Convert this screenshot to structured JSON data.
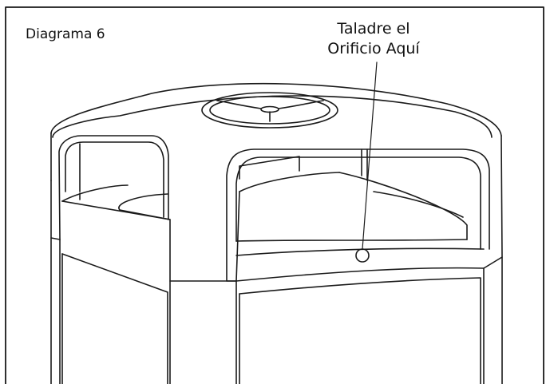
{
  "diagram": {
    "title": "Diagrama 6",
    "callout_line1": "Taladre el",
    "callout_line2": "Orificio Aquí",
    "line_color": "#1a1a1a"
  }
}
